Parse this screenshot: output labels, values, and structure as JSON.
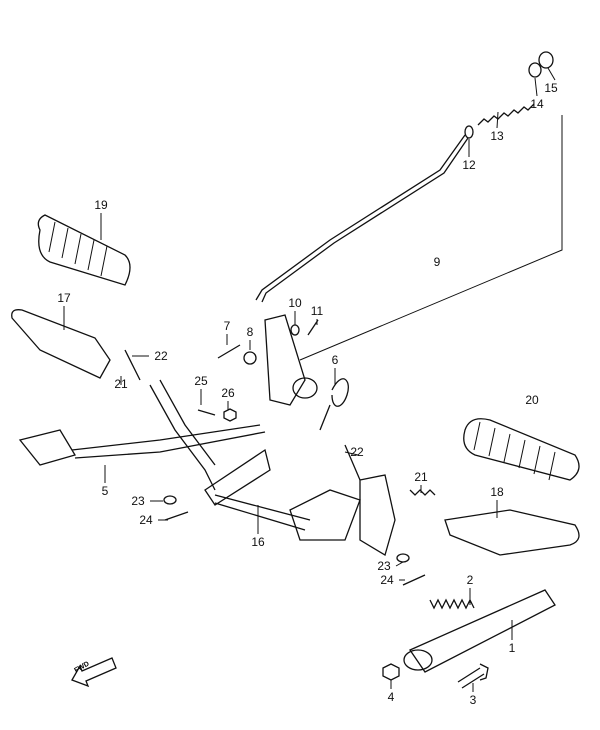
{
  "title": "Footrest / Brake pedal / Side stand exploded parts diagram",
  "fwd_label": "FWD",
  "callouts": [
    {
      "id": "c15",
      "text": "15"
    },
    {
      "id": "c14",
      "text": "14"
    },
    {
      "id": "c13",
      "text": "13"
    },
    {
      "id": "c12",
      "text": "12"
    },
    {
      "id": "c9",
      "text": "9"
    },
    {
      "id": "c19",
      "text": "19"
    },
    {
      "id": "c17",
      "text": "17"
    },
    {
      "id": "c10",
      "text": "10"
    },
    {
      "id": "c11",
      "text": "11"
    },
    {
      "id": "c7",
      "text": "7"
    },
    {
      "id": "c8",
      "text": "8"
    },
    {
      "id": "c6",
      "text": "6"
    },
    {
      "id": "c22a",
      "text": "22"
    },
    {
      "id": "c25",
      "text": "25"
    },
    {
      "id": "c26",
      "text": "26"
    },
    {
      "id": "c21a",
      "text": "21"
    },
    {
      "id": "c20",
      "text": "20"
    },
    {
      "id": "c5",
      "text": "5"
    },
    {
      "id": "c22b",
      "text": "22"
    },
    {
      "id": "c21b",
      "text": "21"
    },
    {
      "id": "c18",
      "text": "18"
    },
    {
      "id": "c23a",
      "text": "23"
    },
    {
      "id": "c24a",
      "text": "24"
    },
    {
      "id": "c16",
      "text": "16"
    },
    {
      "id": "c23b",
      "text": "23"
    },
    {
      "id": "c24b",
      "text": "24"
    },
    {
      "id": "c2",
      "text": "2"
    },
    {
      "id": "c1",
      "text": "1"
    },
    {
      "id": "c4",
      "text": "4"
    },
    {
      "id": "c3",
      "text": "3"
    }
  ]
}
